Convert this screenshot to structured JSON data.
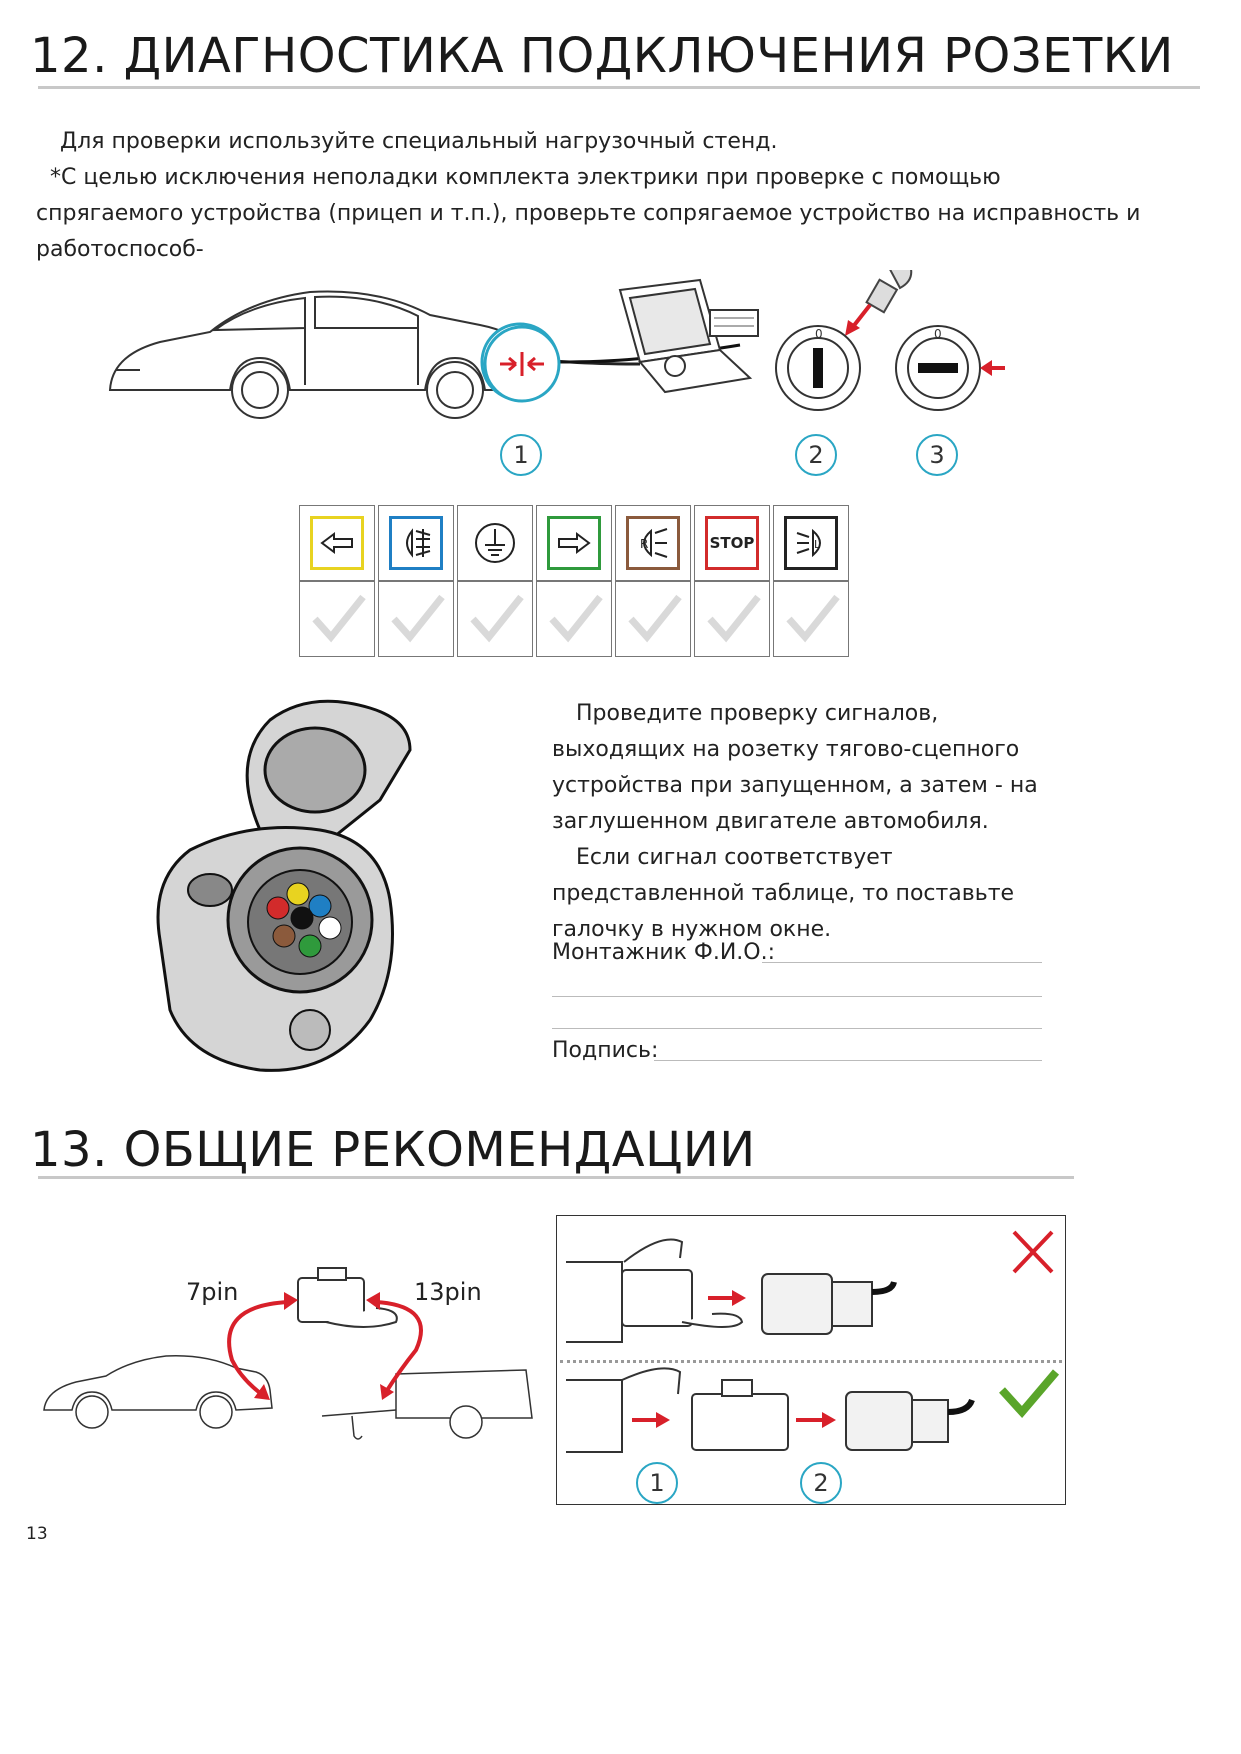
{
  "section12": {
    "title": "12. ДИАГНОСТИКА ПОДКЛЮЧЕНИЯ РОЗЕТКИ",
    "intro_line1": "Для проверки используйте специальный нагрузочный стенд.",
    "intro_line2": "*С целью исключения неполадки комплекта электрики при проверке с помощью",
    "intro_line3": "спрягаемого устройства (прицеп и т.п.), проверьте сопрягаемое устройство на исправность и",
    "intro_line4": "работоспособ-",
    "steps": [
      "1",
      "2",
      "3"
    ],
    "switch_zero_label": "0",
    "signals": [
      {
        "name": "left-turn",
        "color": "#e8d320"
      },
      {
        "name": "rear-fog",
        "color": "#1f7fc4"
      },
      {
        "name": "ground",
        "color": "#ffffff"
      },
      {
        "name": "right-turn",
        "color": "#2f9a3c"
      },
      {
        "name": "reverse",
        "color": "#8b5a3c"
      },
      {
        "name": "stop",
        "color": "#d22b2b",
        "text": "STOP"
      },
      {
        "name": "tail-light",
        "color": "#222222"
      }
    ],
    "text_p1": "Проведите проверку сигналов, выходящих на розетку тягово-сцепного устройства при запущенном, а затем - на заглушенном двигателе автомобиля.",
    "text_p2": "Если сигнал соответствует представленной таблице, то поставьте галочку в нужном окне.",
    "installer_label": "Монтажник Ф.И.О.:",
    "signature_label": "Подпись:"
  },
  "section13": {
    "title": "13. ОБЩИЕ РЕКОМЕНДАЦИИ",
    "pin7": "7pin",
    "pin13": "13pin",
    "steps": [
      "1",
      "2"
    ]
  },
  "page_number": "13",
  "colors": {
    "accent_cyan": "#2aa6c4",
    "arrow_red": "#d8202a",
    "check_green": "#5aa52a",
    "cross_red": "#d8202a"
  }
}
